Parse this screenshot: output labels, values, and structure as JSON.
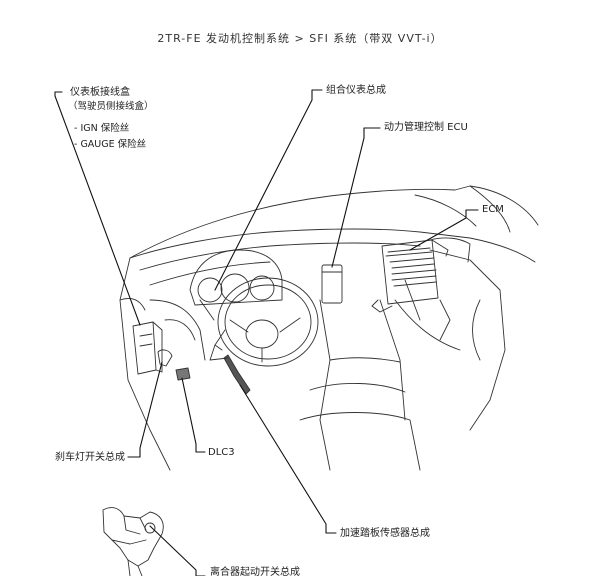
{
  "header": {
    "title": "2TR-FE 发动机控制系统 > SFI 系统（带双 VVT-i）"
  },
  "labels": {
    "junction_block": "仪表板接线盒",
    "junction_block_sub": "（驾驶员侧接线盒）",
    "ign_fuse": "- IGN 保险丝",
    "gauge_fuse": "- GAUGE 保险丝",
    "combination_meter": "组合仪表总成",
    "power_steering_ecu": "动力管理控制 ECU",
    "ecm": "ECM",
    "dlc3": "DLC3",
    "stop_light_switch": "刹车灯开关总成",
    "accel_pedal_sensor": "加速踏板传感器总成",
    "clutch_start_switch": "离合器起动开关总成"
  }
}
